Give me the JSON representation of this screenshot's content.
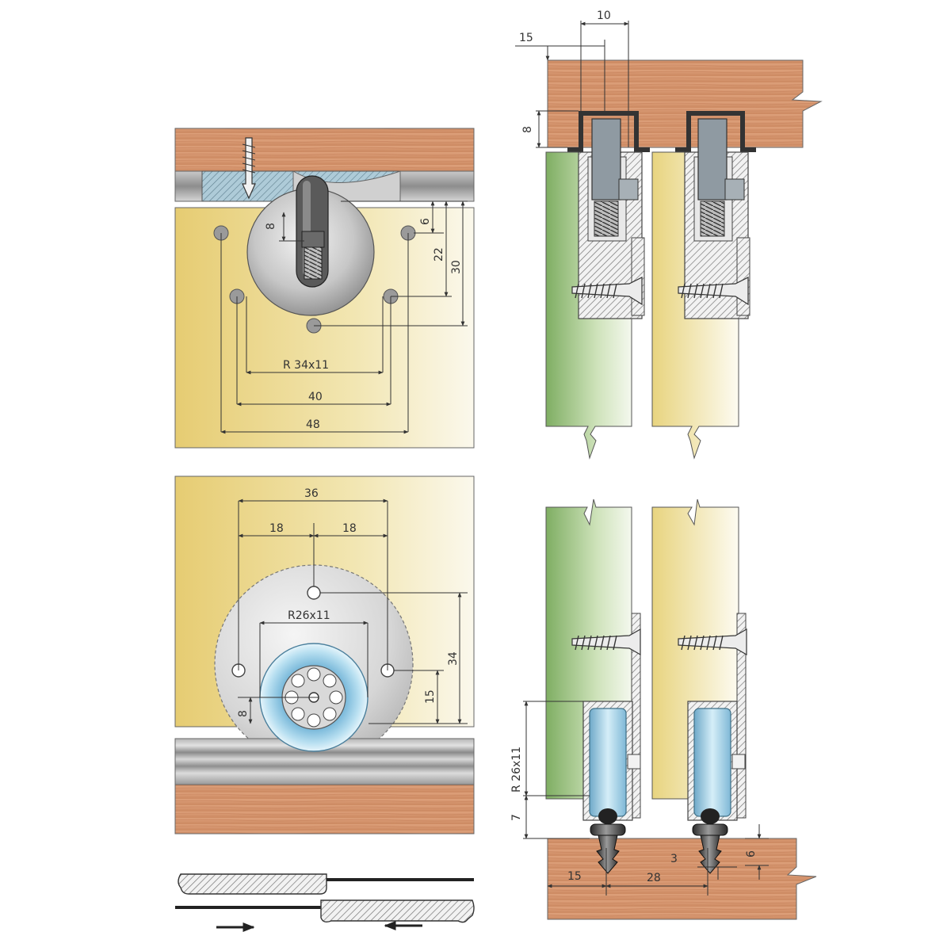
{
  "labels": {
    "top_view": {
      "radius": "R  34x11",
      "width_inner": "40",
      "width_outer": "48",
      "v8": "8",
      "v6": "6",
      "v22": "22",
      "v30": "30"
    },
    "bottom_view": {
      "span": "36",
      "half_left": "18",
      "half_right": "18",
      "radius": "R26x11",
      "v34": "34",
      "v15": "15",
      "v8": "8"
    },
    "side_top": {
      "v10": "10",
      "v15": "15",
      "v8": "8"
    },
    "side_bottom": {
      "radius": "R  26x11",
      "v7": "7",
      "v15": "15",
      "v28": "28",
      "v3": "3",
      "v6": "6"
    }
  },
  "colors": {
    "wood": "#d4916a",
    "wood_grain": "#b97754",
    "panel_yellow": "#e9d27c",
    "panel_green": "#8cb46f",
    "metal": "#a8a8a8",
    "roller_blue": "#8fc6e0",
    "hatch": "#777777"
  }
}
